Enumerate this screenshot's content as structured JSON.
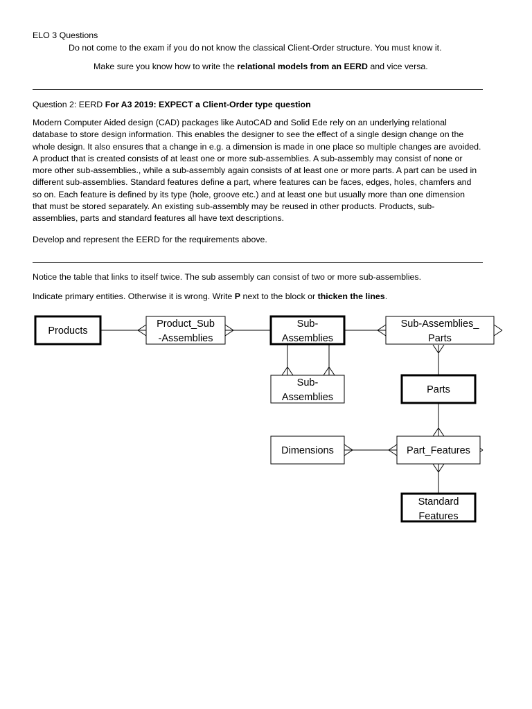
{
  "header": {
    "section_title": "ELO 3 Questions",
    "warning": "Do not come to the exam if you do not know the classical Client-Order structure. You must know it.",
    "hint_prefix": "Make sure you know how to write the ",
    "hint_bold": "relational models from an EERD",
    "hint_suffix": " and vice versa."
  },
  "question": {
    "label_prefix": "Question 2: EERD ",
    "label_bold": "For A3 2019: EXPECT a Client-Order type question",
    "body_lines": [
      "Modern Computer Aided design (CAD) packages like AutoCAD and Solid Ede rely on an underlying relational",
      "database to store design information. This enables the designer to see the effect of a single design change on the",
      "whole design. It also ensures that a change in e.g. a dimension is made in one place so multiple changes are avoided.",
      "A product that is created consists of at least one or more sub-assemblies. A sub-assembly may consist of none or",
      "more other sub-assemblies., while a sub-assembly again consists of at least one or more parts. A part can be used in",
      "different sub-assemblies. Standard features define a part, where features can be faces, edges, holes, chamfers and",
      "so on. Each feature is defined by its type (hole, groove etc.) and at least one but usually more than one dimension",
      "that must be stored separately. An existing sub-assembly may be reused in other products. Products, sub-",
      "assemblies, parts and standard features all have text descriptions."
    ],
    "task": "Develop and represent the EERD for the requirements above."
  },
  "notes": {
    "note1": "Notice the table that links to itself twice. The sub assembly can consist of two or more sub-assemblies.",
    "note2_prefix": "Indicate primary entities. Otherwise it is wrong. Write ",
    "note2_p": "P",
    "note2_mid": " next to the block or ",
    "note2_bold": "thicken the lines",
    "note2_end": "."
  },
  "diagram": {
    "entities": {
      "products": "Products",
      "product_sub_assemblies": [
        "Product_Sub",
        "-Assemblies"
      ],
      "sub_assemblies_main": [
        "Sub-",
        "Assemblies"
      ],
      "sub_assemblies_parts": [
        "Sub-Assemblies_",
        "Parts"
      ],
      "sub_assemblies_self": [
        "Sub-",
        "Assemblies"
      ],
      "parts": "Parts",
      "dimensions": "Dimensions",
      "part_features": "Part_Features",
      "standard_features": [
        "Standard",
        "Features"
      ]
    }
  }
}
